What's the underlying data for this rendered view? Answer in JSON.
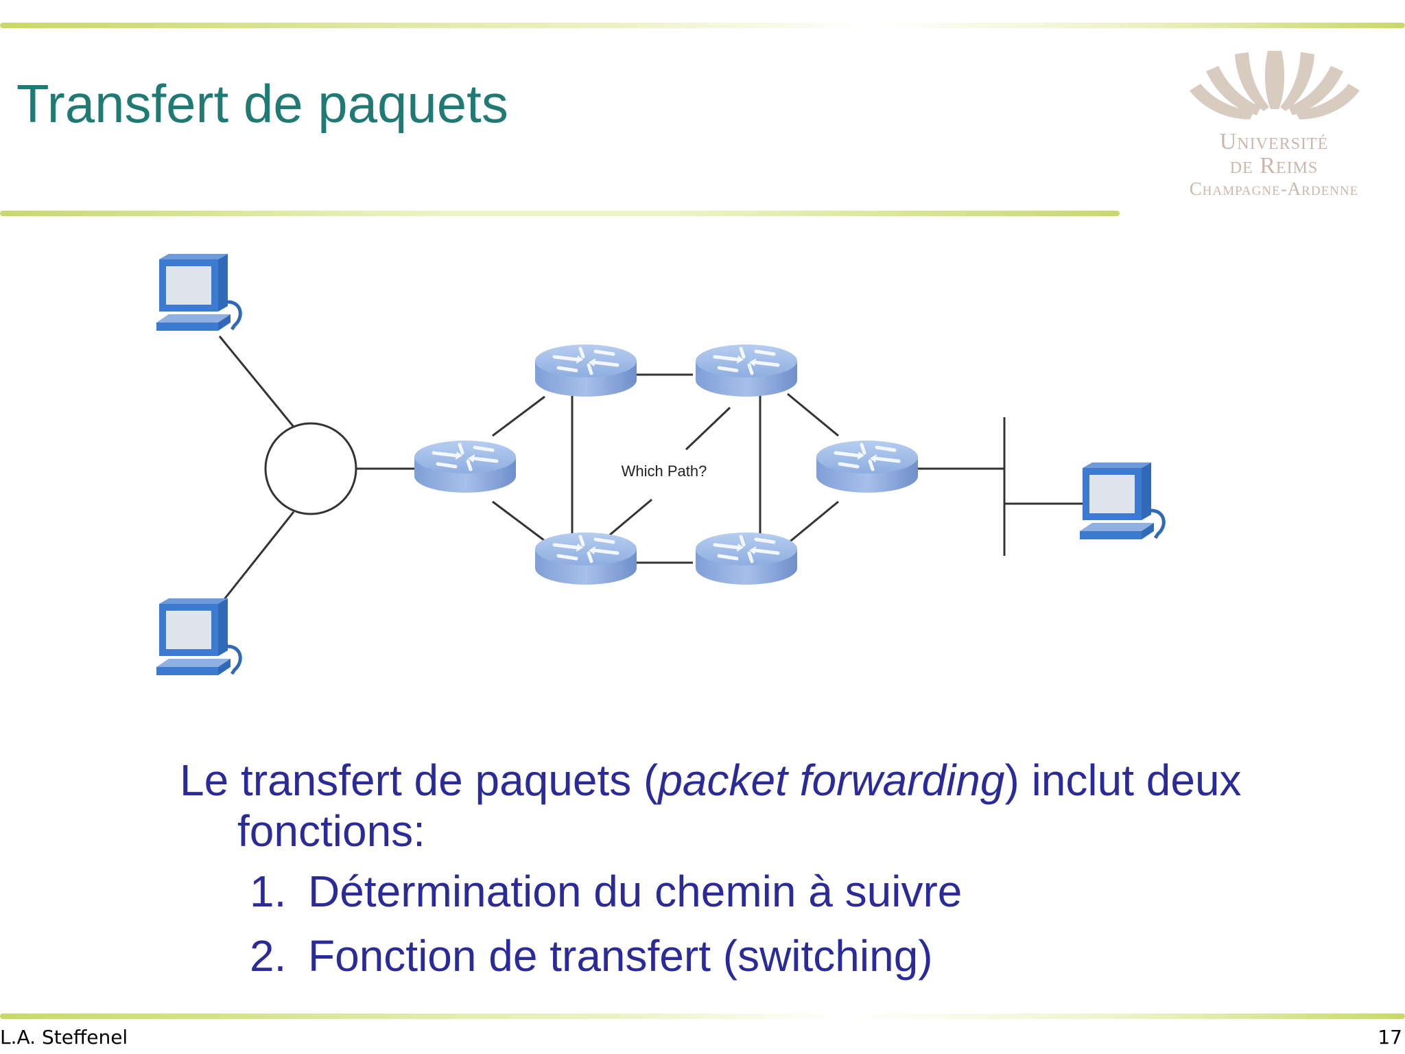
{
  "slide": {
    "title": "Transfert de paquets",
    "logo": {
      "line1": "Université",
      "line2": "de Reims",
      "line3": "Champagne-Ardenne"
    },
    "diagram": {
      "center_label": "Which Path?"
    },
    "body": {
      "intro_prefix": "Le transfert de paquets (",
      "intro_term": "packet forwarding",
      "intro_suffix": ") inclut deux fonctions:",
      "steps": [
        {
          "number": "1.",
          "text": "Détermination du chemin à suivre"
        },
        {
          "number": "2.",
          "text": "Fonction de transfert (switching)"
        }
      ]
    },
    "footer": {
      "author": "L.A. Steffenel",
      "page": "17"
    }
  },
  "colors": {
    "title": "#1f7a74",
    "body_text": "#2b2a99",
    "rule": "#c8d86a",
    "router": "#8aaee0",
    "computer": "#3b79c7"
  }
}
